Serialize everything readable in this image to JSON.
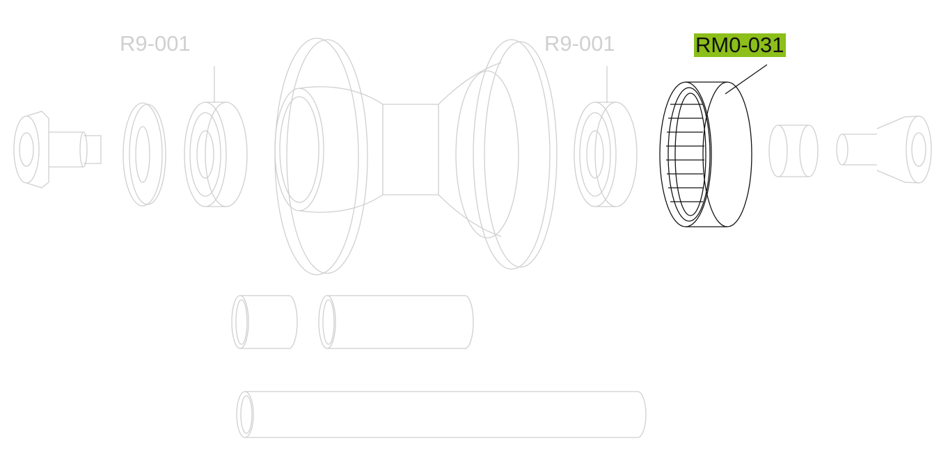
{
  "diagram": {
    "labels": [
      {
        "id": "left-bearing",
        "text": "R9-001",
        "highlighted": false
      },
      {
        "id": "right-bearing",
        "text": "R9-001",
        "highlighted": false
      },
      {
        "id": "splined-ring",
        "text": "RM0-031",
        "highlighted": true
      }
    ],
    "colors": {
      "highlight": "#8cbf1a",
      "dimmed": "#cfcfcf",
      "active": "#111111"
    }
  }
}
